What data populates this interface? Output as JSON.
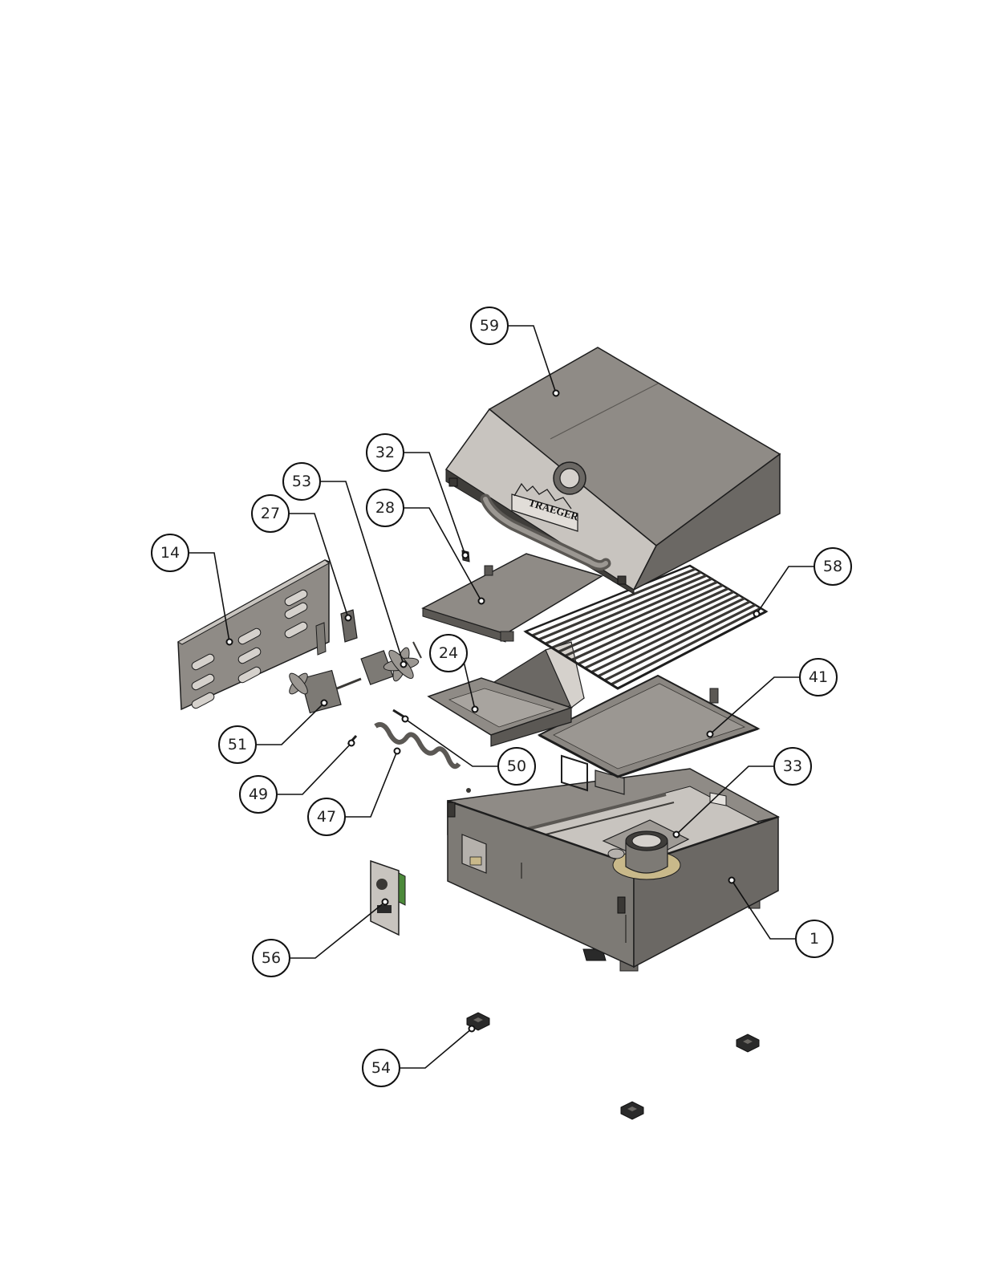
{
  "diagram": {
    "brand_logo_text": "TRAEGER",
    "colors": {
      "steel_light": "#c8c4bf",
      "steel_mid": "#8f8b86",
      "steel_dark": "#5b5854",
      "outline": "#1e1e1e",
      "board_green": "#4c8a3a"
    },
    "callouts": [
      {
        "id": "callout-59",
        "label": "59",
        "part": "lid"
      },
      {
        "id": "callout-32",
        "label": "32",
        "part": "lid-hinge-clip"
      },
      {
        "id": "callout-53",
        "label": "53",
        "part": "fan-motor"
      },
      {
        "id": "callout-28",
        "label": "28",
        "part": "grease-drip-tray"
      },
      {
        "id": "callout-27",
        "label": "27",
        "part": "bracket"
      },
      {
        "id": "callout-14",
        "label": "14",
        "part": "side-panel"
      },
      {
        "id": "callout-58",
        "label": "58",
        "part": "grill-grate"
      },
      {
        "id": "callout-24",
        "label": "24",
        "part": "hopper"
      },
      {
        "id": "callout-41",
        "label": "41",
        "part": "heat-baffle"
      },
      {
        "id": "callout-51",
        "label": "51",
        "part": "auger-motor"
      },
      {
        "id": "callout-50",
        "label": "50",
        "part": "pin"
      },
      {
        "id": "callout-33",
        "label": "33",
        "part": "firepot"
      },
      {
        "id": "callout-49",
        "label": "49",
        "part": "screw"
      },
      {
        "id": "callout-47",
        "label": "47",
        "part": "auger"
      },
      {
        "id": "callout-1",
        "label": "1",
        "part": "body"
      },
      {
        "id": "callout-56",
        "label": "56",
        "part": "controller-board"
      },
      {
        "id": "callout-54",
        "label": "54",
        "part": "foot"
      }
    ]
  }
}
